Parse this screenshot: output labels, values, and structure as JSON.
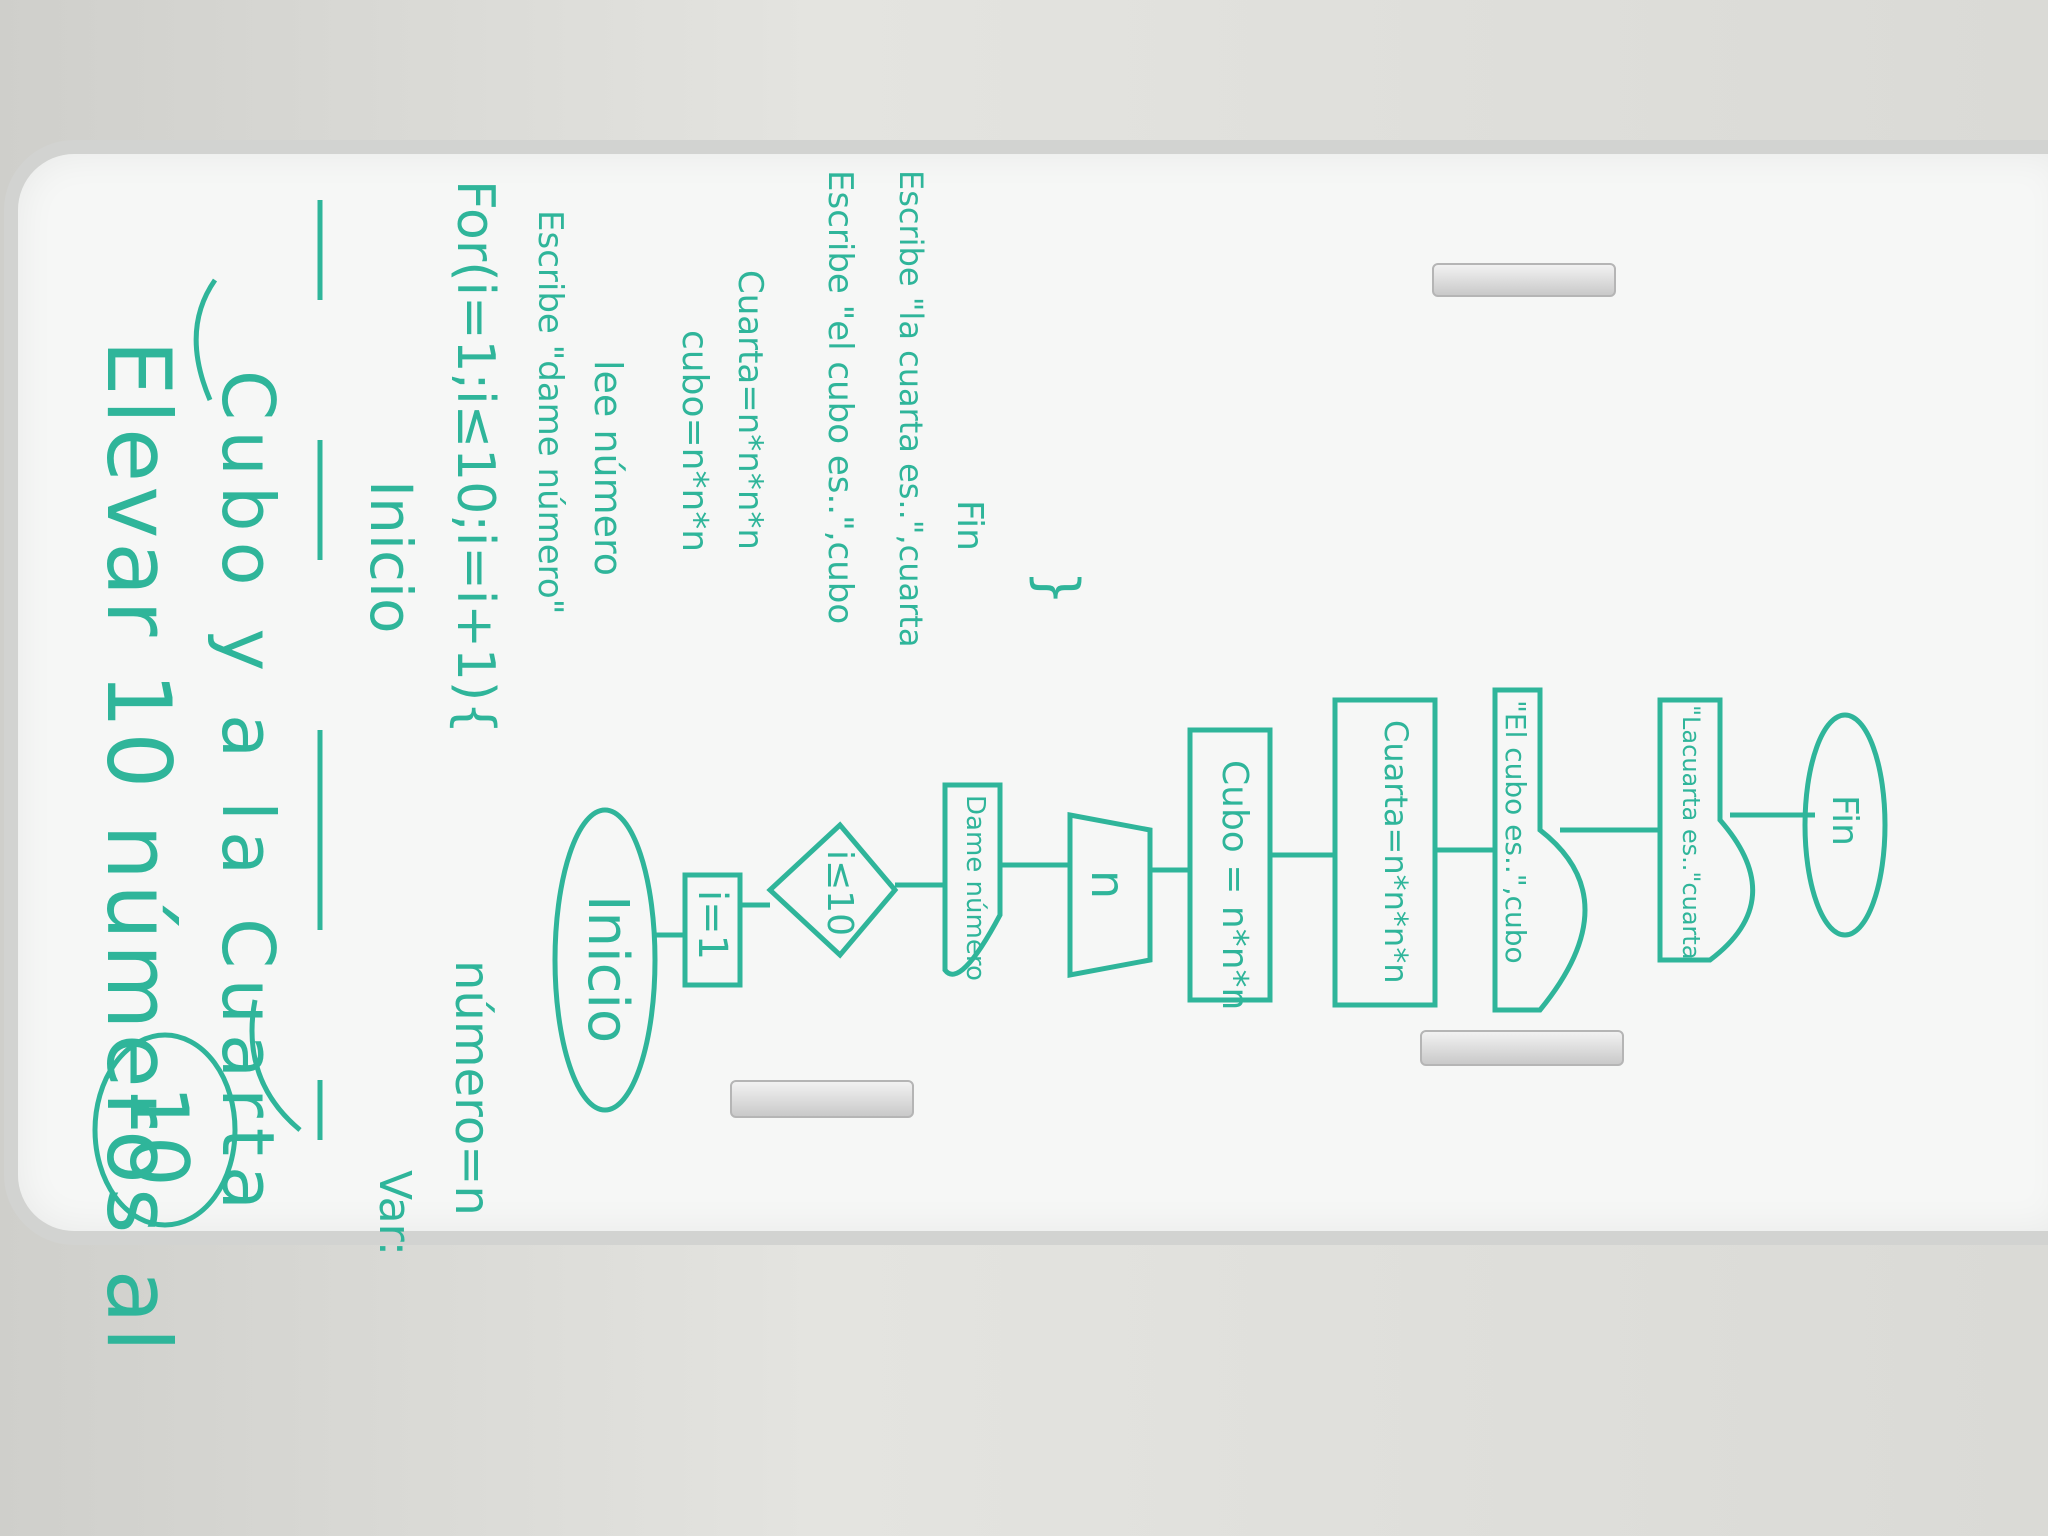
{
  "problem_number": "10",
  "title_line1": "Elevar 10 números al",
  "title_line2": "Cubo y a la Cuarta",
  "vars_label": "Var:",
  "vars_decl": "número=n",
  "pseudocode": {
    "start": "Inicio",
    "for": "For(i=1;i≤10;i=i+1){",
    "write_prompt": "Escribe \"dame número\"",
    "read": "lee número",
    "cube": "cubo=n*n*n",
    "fourth": "Cuarta=n*n*n*n",
    "write_cube": "Escribe \"el cubo es..\",cubo",
    "write_fourth": "Escribe \"la cuarta es..\",cuarta",
    "end": "Fin",
    "close": "}"
  },
  "flowchart": {
    "start": "Inicio",
    "init": "i=1",
    "decision": "i≤10",
    "display": "Dame número",
    "input": "n",
    "cube": "Cubo = n*n*n",
    "fourth": "Cuarta=n*n*n*n",
    "out_cube": "\"El cubo es..\",cubo",
    "out_fourth": "\"Lacuarta es..\"cuarta",
    "end": "Fin"
  },
  "colors": {
    "marker": "#2fb59a",
    "board": "#f6f7f6",
    "frame": "#d2d3d1"
  }
}
